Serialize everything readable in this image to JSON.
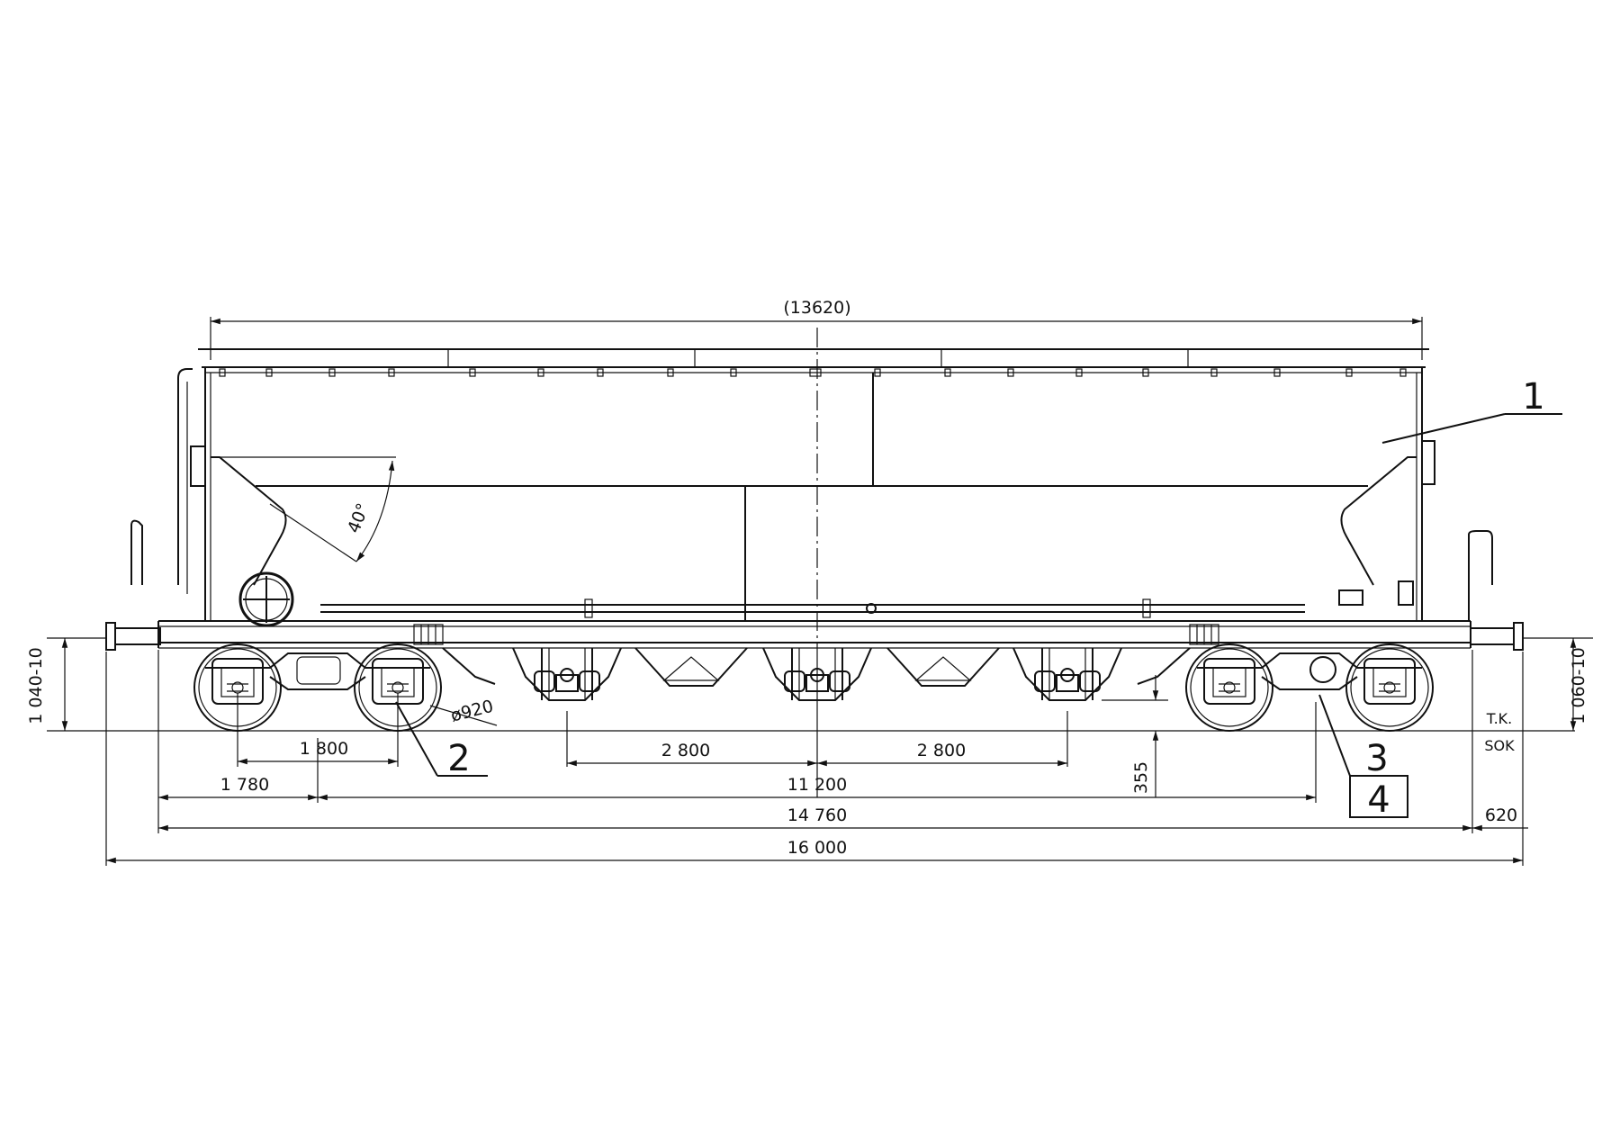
{
  "dimensions": {
    "body_length": "(13620)",
    "hopper_angle": "40°",
    "wheel_diameter": "ø920",
    "bogie_wheelbase": "1 800",
    "bay_spacing_left": "2 800",
    "bay_spacing_right": "2 800",
    "bogie_offset": "1 780",
    "bogie_centres": "11 200",
    "outlet_height": "355",
    "over_buffers_inner": "14 760",
    "buffer_projection": "620",
    "overall_length": "16 000",
    "buffer_height_left": "1 040-10",
    "buffer_height_right": "1 060-10"
  },
  "labels": {
    "rail_top_cz": "T.K.",
    "rail_top_sk": "SOK"
  },
  "callouts": [
    "1",
    "2",
    "3",
    "4"
  ]
}
